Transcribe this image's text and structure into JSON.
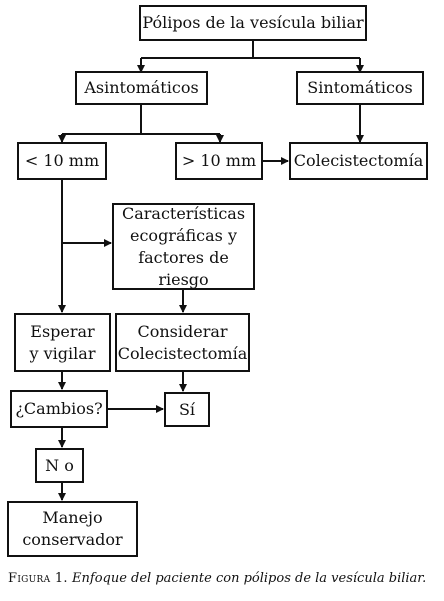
{
  "nodes": {
    "polipos": "Pólipos de la vesícula biliar",
    "asintomaticos": "Asintomáticos",
    "sintomaticos": "Sintomáticos",
    "menor10": "< 10 mm",
    "mayor10": "> 10 mm",
    "colecistectomia": "Colecistectomía",
    "caracteristicas": "Características\necográficas y\nfactores de riesgo",
    "esperar": "Esperar\ny vigilar",
    "considerar": "Considerar\nColecistectomía",
    "cambios": "¿Cambios?",
    "si": "Sí",
    "no": "N o",
    "manejo": "Manejo\nconservador"
  },
  "caption": {
    "figure_label": "Figura 1.",
    "text": "Enfoque del paciente con pólipos de la vesícula biliar."
  }
}
